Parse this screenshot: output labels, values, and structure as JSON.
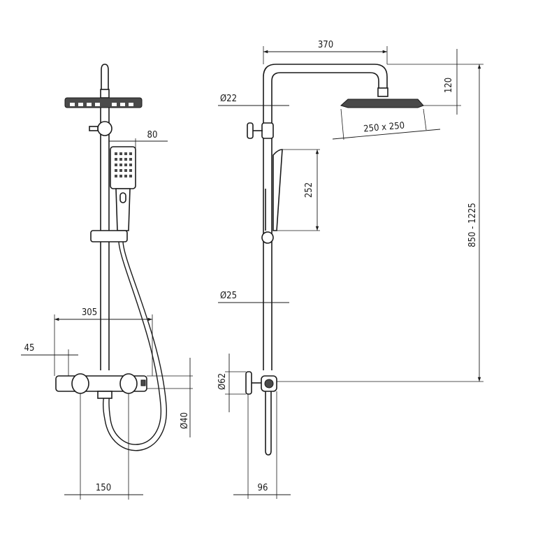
{
  "dimensions": {
    "top_width": "370",
    "head_drop": "120",
    "arm_diameter": "Ø22",
    "head_size": "250 x 250",
    "handshower_length": "252",
    "total_height": "850 - 1225",
    "handshower_width": "80",
    "mixer_width": "305",
    "offset": "45",
    "riser_diameter": "Ø25",
    "mixer_diameter": "Ø62",
    "mixer_height": "Ø40",
    "inlet_spacing": "150",
    "wall_distance": "96"
  },
  "colors": {
    "line": "#1a1a1a",
    "fill": "#4a4a4a",
    "background": "#ffffff"
  }
}
